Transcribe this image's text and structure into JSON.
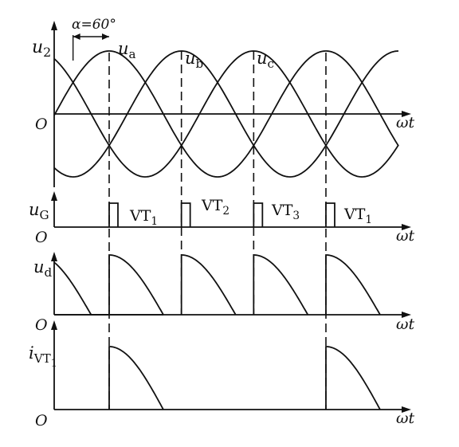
{
  "annotation": {
    "alpha": "α=60°"
  },
  "panels": {
    "u2": {
      "ylabel": "u",
      "ylabel_sub": "2",
      "origin": "O",
      "xlabel": "ωt",
      "phase_labels": [
        {
          "base": "u",
          "sub": "a"
        },
        {
          "base": "u",
          "sub": "b"
        },
        {
          "base": "u",
          "sub": "c"
        }
      ]
    },
    "uG": {
      "ylabel": "u",
      "ylabel_sub": "G",
      "origin": "O",
      "xlabel": "ωt",
      "pulse_labels": [
        {
          "base": "VT",
          "sub": "1"
        },
        {
          "base": "VT",
          "sub": "2"
        },
        {
          "base": "VT",
          "sub": "3"
        },
        {
          "base": "VT",
          "sub": "1"
        }
      ]
    },
    "ud": {
      "ylabel": "u",
      "ylabel_sub": "d",
      "origin": "O",
      "xlabel": "ωt"
    },
    "ivt1": {
      "ylabel": "i",
      "ylabel_sub": "VT",
      "ylabel_subsub": "1",
      "origin": "O",
      "xlabel": "ωt"
    }
  },
  "colors": {
    "ink": "#111111"
  }
}
